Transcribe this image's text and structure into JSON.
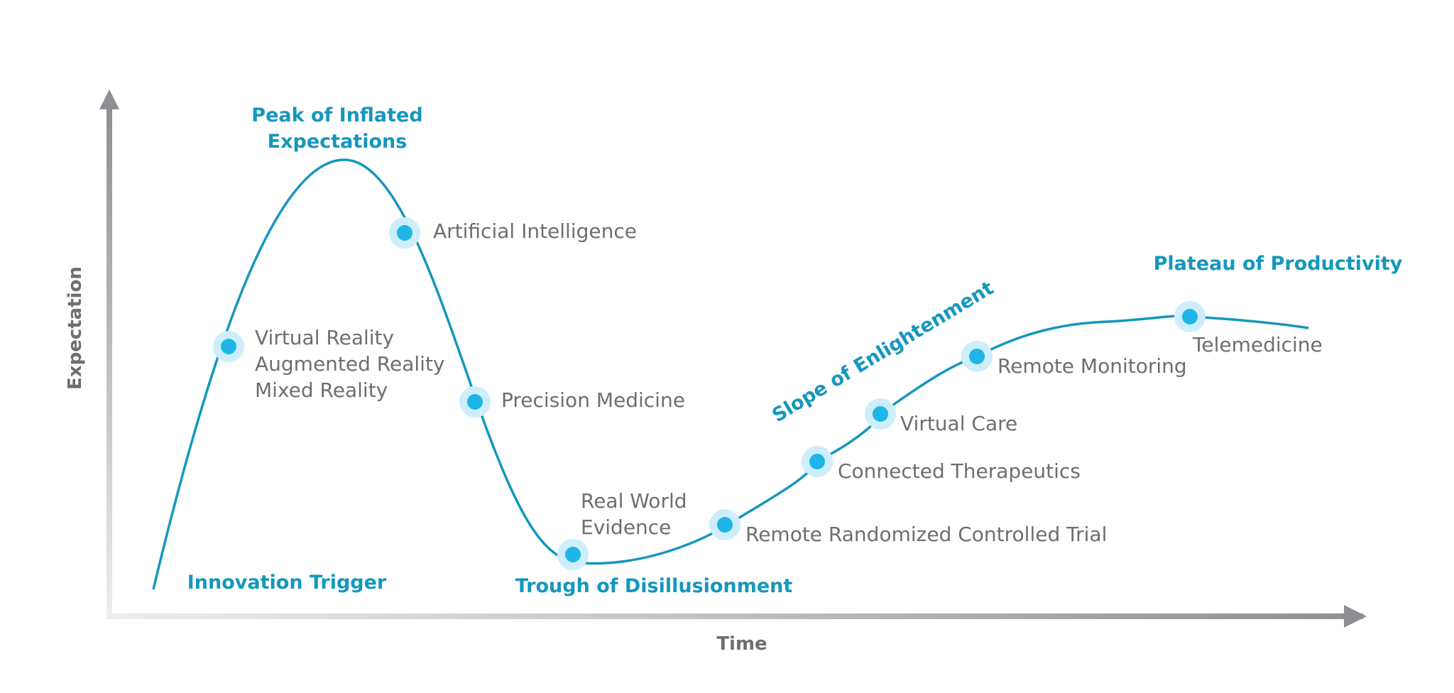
{
  "axes": {
    "x_label": "Time",
    "y_label": "Expectation"
  },
  "phases": {
    "innovation_trigger": "Innovation Trigger",
    "peak": [
      "Peak of Inflated",
      "Expectations"
    ],
    "trough": "Trough of Disillusionment",
    "slope": "Slope of Enlightenment",
    "plateau": "Plateau of Productivity"
  },
  "technologies": {
    "ar_vr_mr": [
      "Virtual Reality",
      "Augmented Reality",
      "Mixed Reality"
    ],
    "ai": "Artificial Intelligence",
    "precision_medicine": "Precision Medicine",
    "rwe": [
      "Real World",
      "Evidence"
    ],
    "rrct": "Remote Randomized Controlled Trial",
    "connected_therapeutics": "Connected Therapeutics",
    "virtual_care": "Virtual Care",
    "remote_monitoring": "Remote Monitoring",
    "telemedicine": "Telemedicine"
  },
  "colors": {
    "curve": "#1597bd",
    "dot": "#1fb5e8",
    "halo": "#cdeefa",
    "phase_text": "#1597bd",
    "tech_text": "#6d6e71",
    "axis_dark": "#8e8f93",
    "axis_light": "#ececec"
  }
}
